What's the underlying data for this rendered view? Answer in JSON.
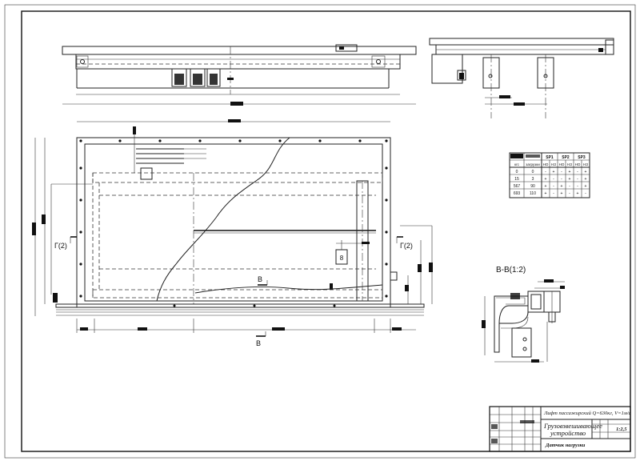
{
  "sheet": {
    "accent": "#111111",
    "background": "#ffffff"
  },
  "views": {
    "section_bb_label": "В-В(1:2)",
    "section_g_left": "Г(2)",
    "section_g_right": "Г(2)",
    "cut_b_top": "В",
    "cut_b_bottom": "В",
    "load_marker": "8"
  },
  "table": {
    "headers": [
      "",
      "",
      "SP1",
      "SP2",
      "SP3"
    ],
    "subheaders": [
      "кгс",
      "загрузки",
      "НО",
      "НЗ",
      "НО",
      "НЗ",
      "НО",
      "НЗ"
    ],
    "rows": [
      [
        "0",
        "0",
        "-",
        "+",
        "-",
        "+",
        "-",
        "+"
      ],
      [
        "15",
        "3",
        "+",
        "-",
        "-",
        "+",
        "-",
        "+"
      ],
      [
        "567",
        "90",
        "+",
        "-",
        "+",
        "-",
        "-",
        "+"
      ],
      [
        "693",
        "110",
        "+",
        "-",
        "+",
        "-",
        "+",
        "-"
      ]
    ]
  },
  "title_block": {
    "line1": "Лифт пассажирский Q=630кг, V=1м/с",
    "line2": "Грузовзвешивающее",
    "line3": "устройство",
    "line4": "Датчик нагрузки",
    "scale": "1:2,5"
  }
}
